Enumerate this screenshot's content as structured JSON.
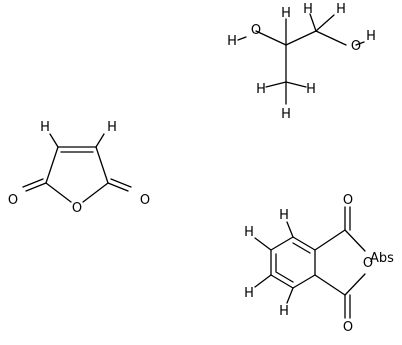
{
  "figure": {
    "propylene_glycol": {
      "atoms": {
        "H1": "H",
        "O1": "O",
        "H2": "H",
        "O2": "H",
        "H3": "H",
        "O3": "O",
        "H4": "H",
        "H5": "H",
        "H6": "H",
        "H7": "H"
      }
    },
    "maleic_anhydride": {
      "atoms": {
        "H1": "H",
        "H2": "H",
        "O1": "O",
        "O2": "O",
        "O3": "O"
      }
    },
    "phthalic_anhydride": {
      "atoms": {
        "H1": "H",
        "H2": "H",
        "H3": "H",
        "H4": "H",
        "O1": "O",
        "O2": "O",
        "O3": "O"
      },
      "label": "Abs"
    }
  }
}
